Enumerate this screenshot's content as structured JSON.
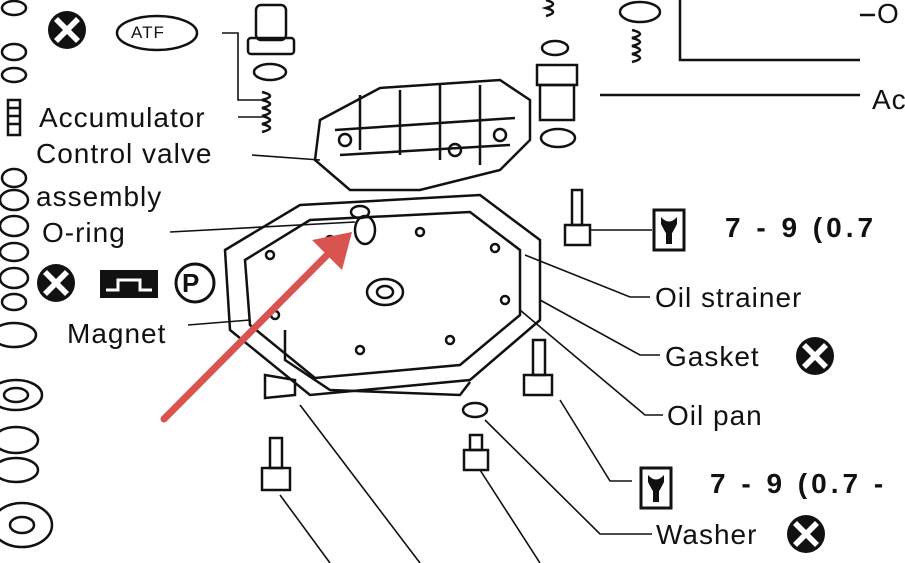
{
  "labels": {
    "atf": "ATF",
    "accumulator": "Accumulator",
    "control_valve": "Control valve",
    "assembly": "assembly",
    "o_ring": "O-ring",
    "magnet": "Magnet",
    "oil_strainer": "Oil strainer",
    "gasket": "Gasket",
    "oil_pan": "Oil pan",
    "washer": "Washer",
    "top_right_cut": "O",
    "right_cut": "Ac",
    "torque_1": "7 - 9 (0.7",
    "torque_2": "7 - 9 (0.7 -",
    "p_symbol": "P"
  },
  "icons": [
    "replace-x-icon",
    "atf-icon",
    "sealant-icon",
    "petroleum-jelly-icon",
    "torque-wrench-icon",
    "pointer-arrow"
  ],
  "colors": {
    "ink": "#111111",
    "arrow": "#d9534f",
    "paper": "#ffffff"
  }
}
